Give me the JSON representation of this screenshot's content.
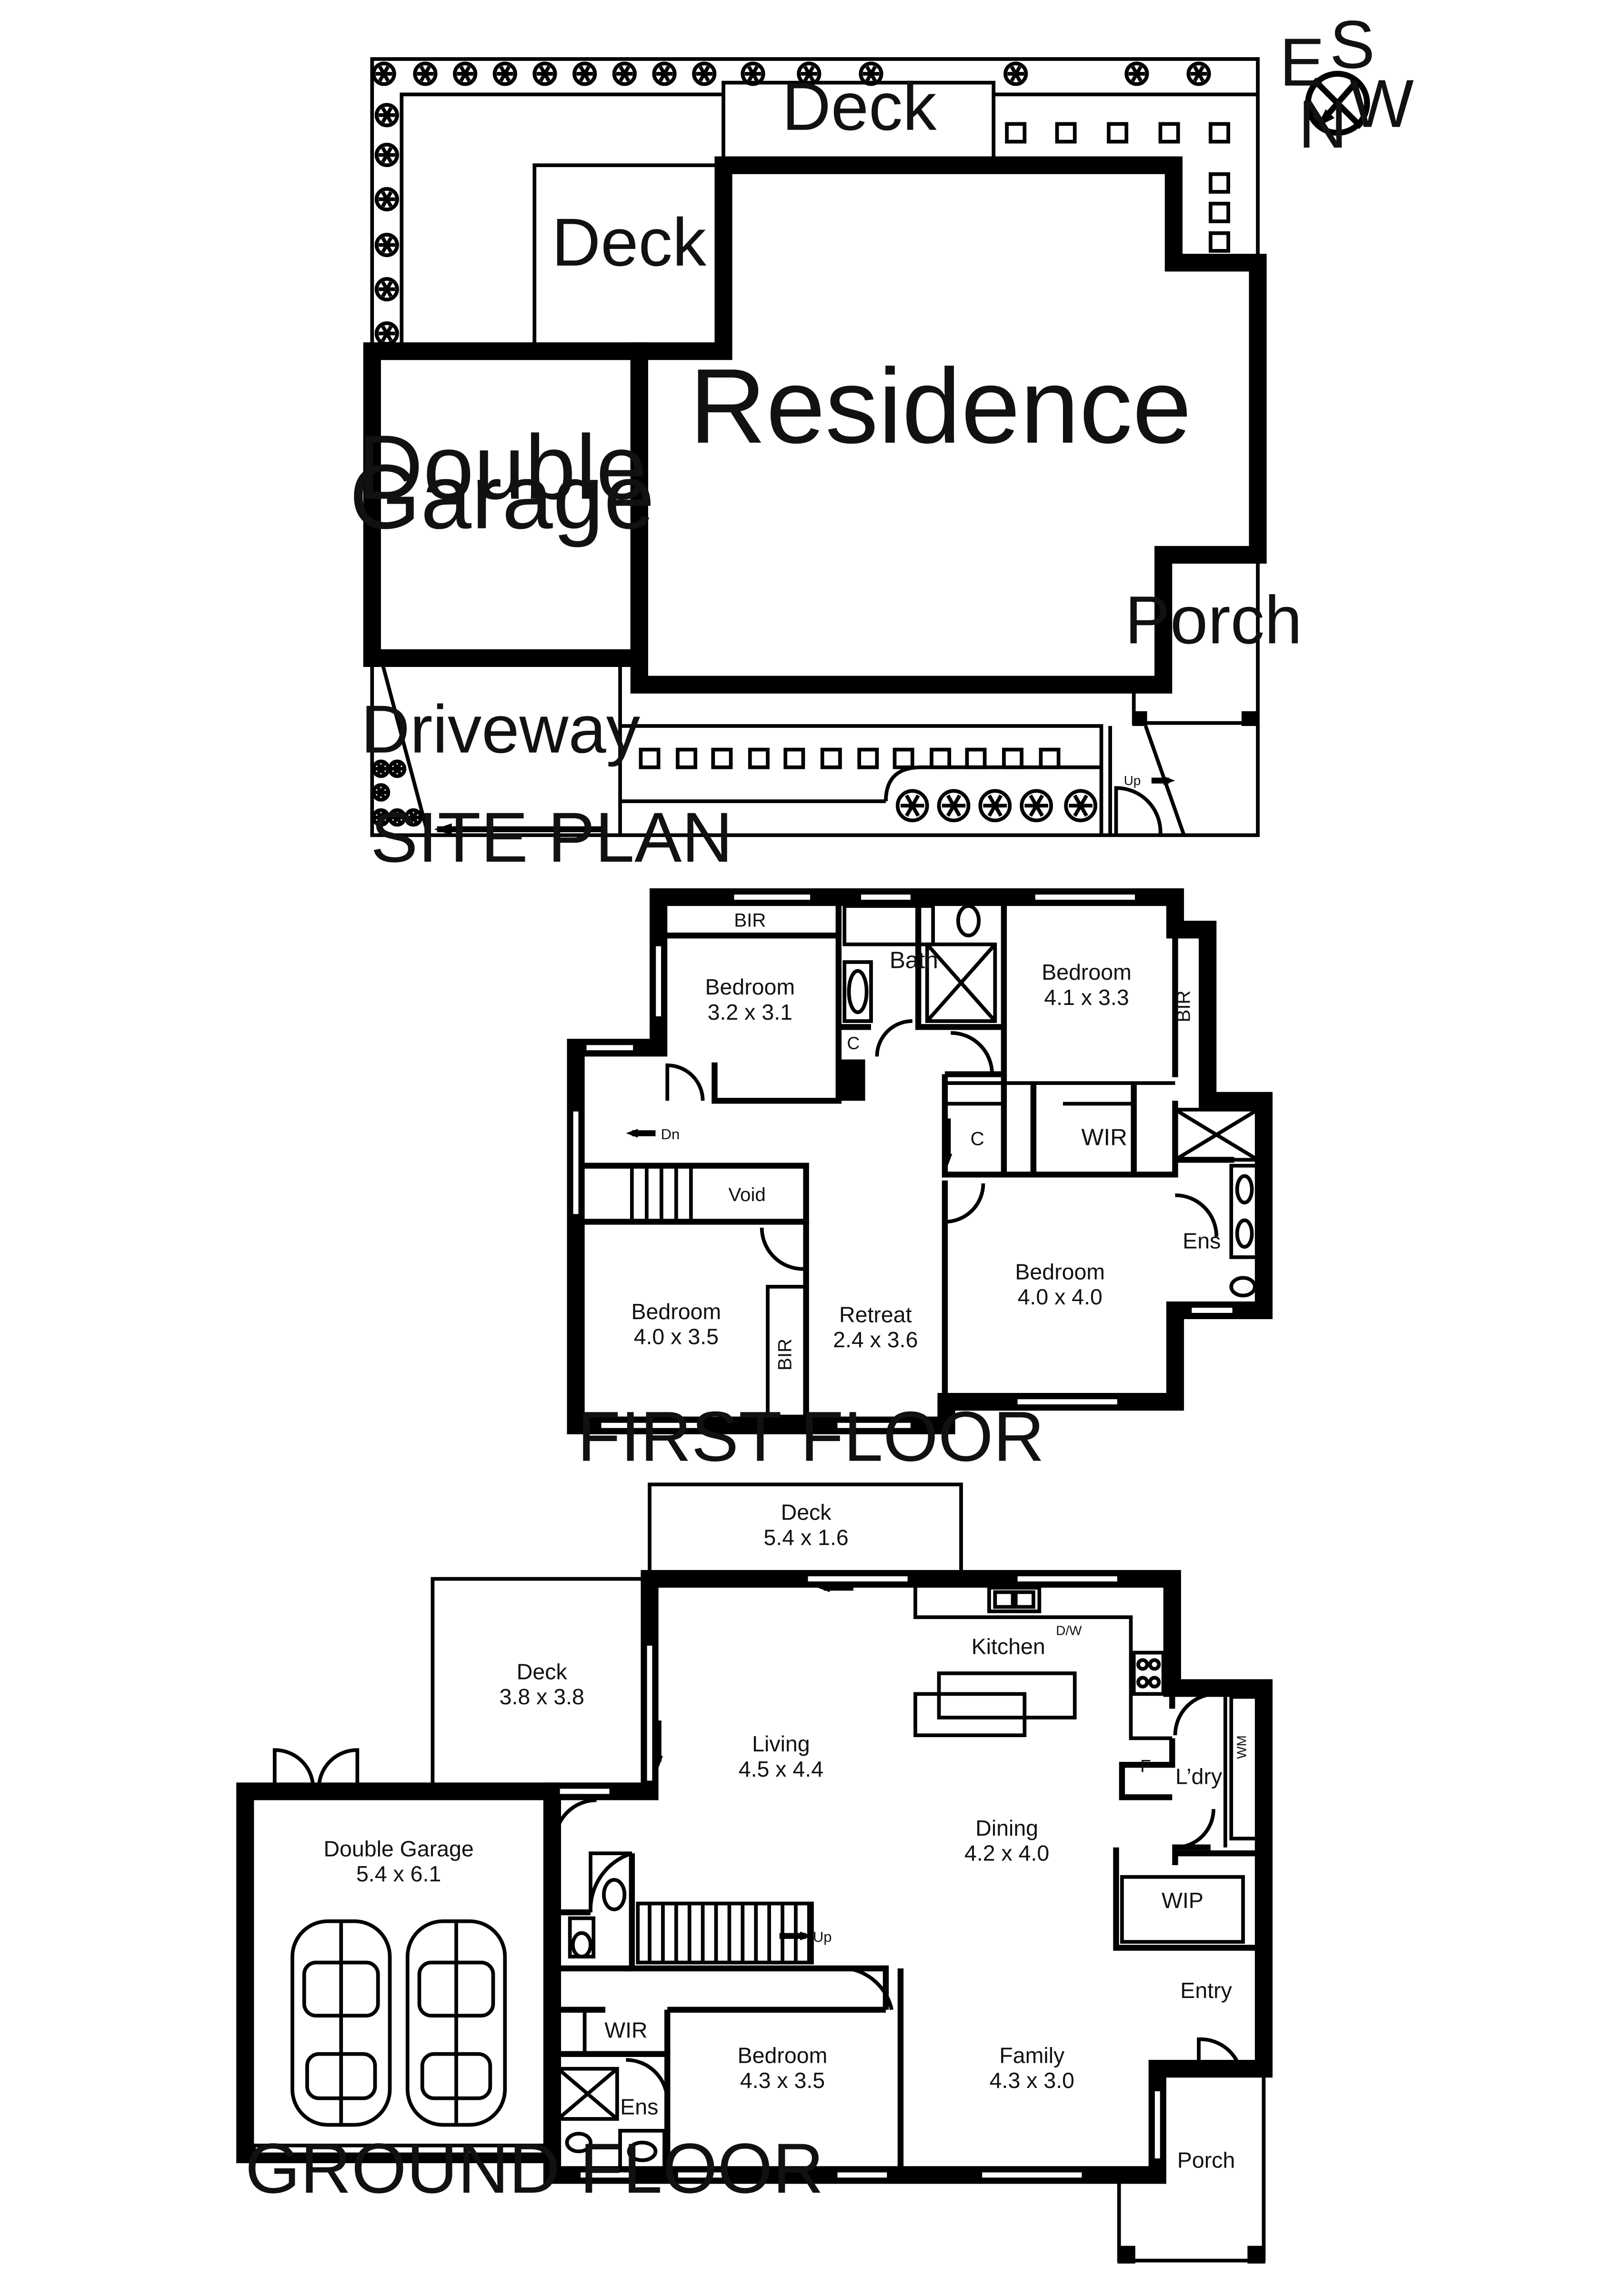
{
  "compass": {
    "n": "N",
    "s": "S",
    "e": "E",
    "w": "W"
  },
  "site_plan": {
    "caption": "SITE PLAN",
    "rooms": {
      "deck_top": "Deck",
      "deck_left": "Deck",
      "residence": "Residence",
      "garage_line1": "Double",
      "garage_line2": "Garage",
      "porch": "Porch",
      "driveway": "Driveway",
      "up": "Up"
    }
  },
  "first_floor": {
    "caption": "FIRST FLOOR",
    "rooms": {
      "bir_top": "BIR",
      "bath": "Bath",
      "bed1_name": "Bedroom",
      "bed1_size": "3.2 x 3.1",
      "bed2_name": "Bedroom",
      "bed2_size": "4.1 x 3.3",
      "bir_right": "BIR",
      "c_left": "C",
      "c_mid": "C",
      "wir": "WIR",
      "dn": "Dn",
      "void": "Void",
      "ens": "Ens",
      "bed3_name": "Bedroom",
      "bed3_size": "4.0 x 4.0",
      "bed4_name": "Bedroom",
      "bed4_size": "4.0 x 3.5",
      "bir_bottom": "BIR",
      "retreat_name": "Retreat",
      "retreat_size": "2.4 x 3.6"
    }
  },
  "ground_floor": {
    "caption": "GROUND FLOOR",
    "rooms": {
      "deck_top_name": "Deck",
      "deck_top_size": "5.4 x 1.6",
      "deck_left_name": "Deck",
      "deck_left_size": "3.8 x 3.8",
      "kitchen": "Kitchen",
      "dw": "D/W",
      "living_name": "Living",
      "living_size": "4.5 x 4.4",
      "dining_name": "Dining",
      "dining_size": "4.2 x 4.0",
      "f": "F",
      "ldry": "L’dry",
      "wm": "WM",
      "wip": "WIP",
      "garage_name": "Double Garage",
      "garage_size": "5.4 x 6.1",
      "up": "Up",
      "entry": "Entry",
      "wir": "WIR",
      "ens": "Ens",
      "bed_name": "Bedroom",
      "bed_size": "4.3 x 3.5",
      "family_name": "Family",
      "family_size": "4.3 x 3.0",
      "porch": "Porch"
    }
  }
}
